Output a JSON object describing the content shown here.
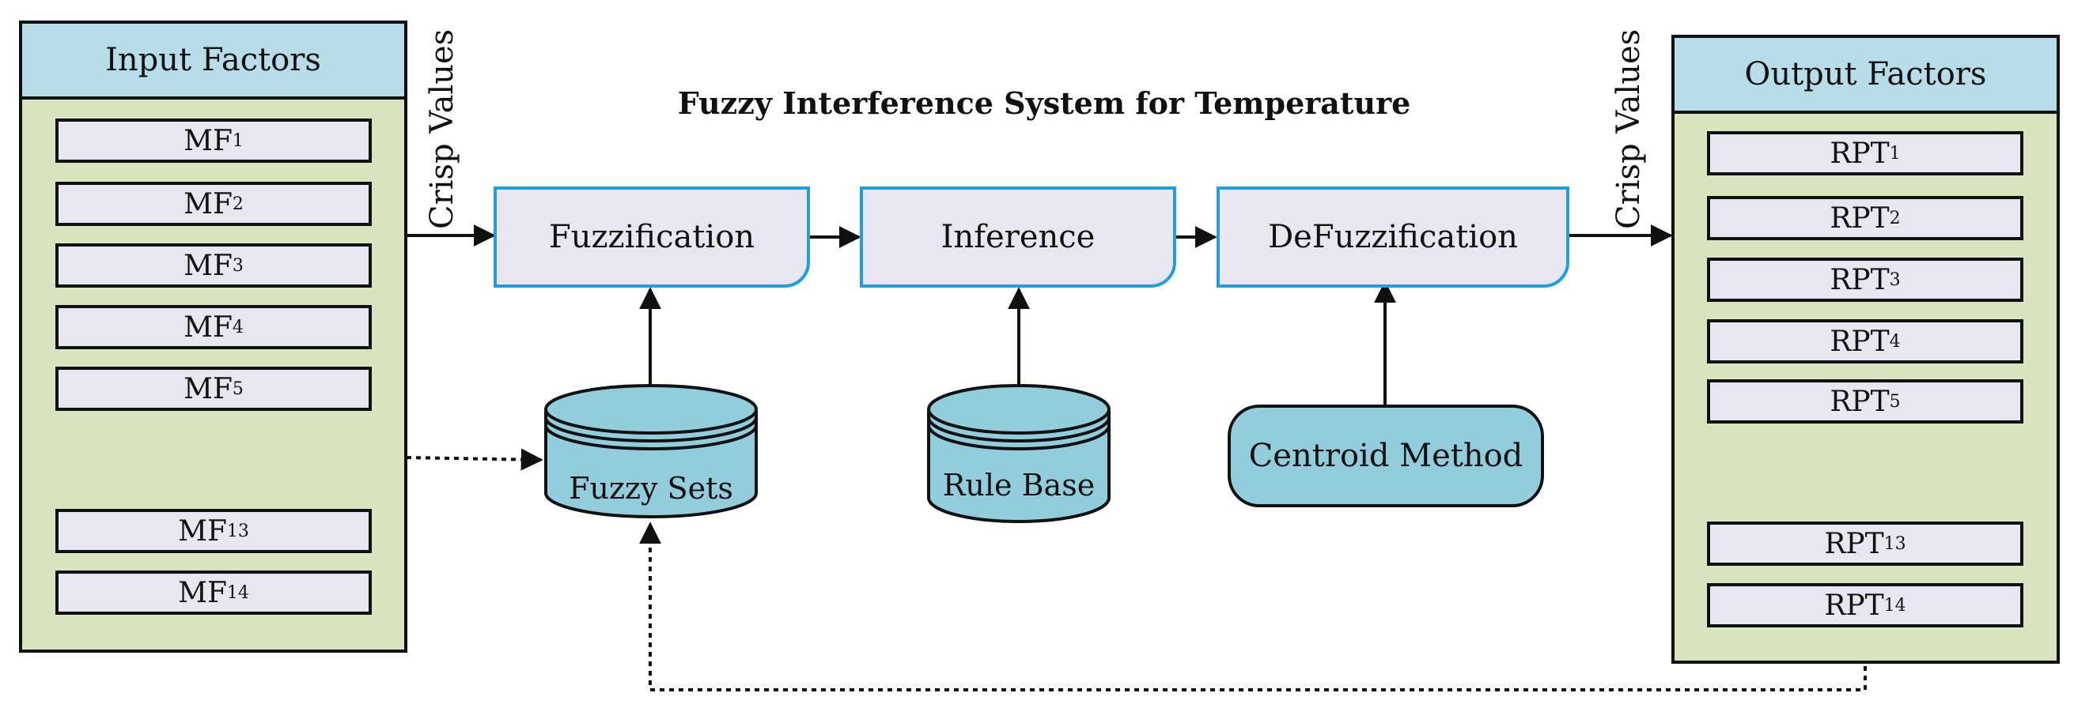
{
  "diagram_title": "Fuzzy Interference System for Temperature",
  "input_panel": {
    "title": "Input Factors",
    "items": [
      {
        "base": "MF",
        "sub": "1"
      },
      {
        "base": "MF",
        "sub": "2"
      },
      {
        "base": "MF",
        "sub": "3"
      },
      {
        "base": "MF",
        "sub": "4"
      },
      {
        "base": "MF",
        "sub": "5"
      },
      {
        "base": "MF",
        "sub": "13"
      },
      {
        "base": "MF",
        "sub": "14"
      }
    ]
  },
  "output_panel": {
    "title": "Output Factors",
    "items": [
      {
        "base": "RPT",
        "sub": "1"
      },
      {
        "base": "RPT",
        "sub": "2"
      },
      {
        "base": "RPT",
        "sub": "3"
      },
      {
        "base": "RPT",
        "sub": "4"
      },
      {
        "base": "RPT",
        "sub": "5"
      },
      {
        "base": "RPT",
        "sub": "13"
      },
      {
        "base": "RPT",
        "sub": "14"
      }
    ]
  },
  "edge_labels": {
    "input_crisp": "Crisp Values",
    "output_crisp": "Crisp Values"
  },
  "processes": {
    "fuzzification": "Fuzzification",
    "inference": "Inference",
    "defuzzification": "DeFuzzification"
  },
  "stores": {
    "fuzzy_sets": "Fuzzy Sets",
    "rule_base": "Rule Base",
    "centroid_method": "Centroid Method"
  },
  "colors": {
    "panel_fill": "#d7e4bd",
    "panel_header": "#b7dee8",
    "item_fill": "#e8e6f0",
    "fis_fill": "#fbe8dc",
    "fis_border": "#8ccbd6",
    "process_border": "#1f9fe0",
    "cylinder_fill": "#92cddc"
  }
}
